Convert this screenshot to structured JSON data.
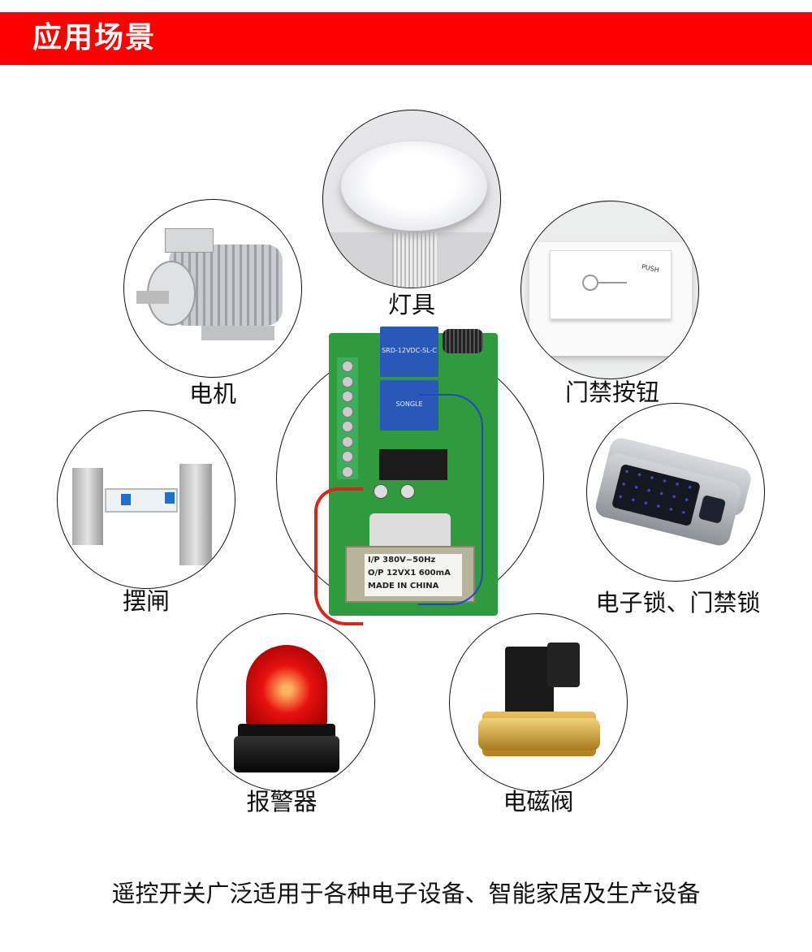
{
  "header": {
    "title": "应用场景",
    "accent_color": "#ff0000"
  },
  "center_product": {
    "relay_text": "SRD-12VDC-SL-C",
    "relay_brand": "SONGLE",
    "transformer_lines": [
      "I/P 380V~50Hz",
      "O/P 12VX1 600mA",
      "MADE IN CHINA"
    ]
  },
  "scenarios": [
    {
      "label": "灯具",
      "icon": "ceiling-lamp"
    },
    {
      "label": "电机",
      "icon": "electric-motor"
    },
    {
      "label": "门禁按钮",
      "icon": "exit-push-button",
      "button_text": "PUSH"
    },
    {
      "label": "摆闸",
      "icon": "swing-turnstile"
    },
    {
      "label": "电子锁、门禁锁",
      "icon": "electronic-lock"
    },
    {
      "label": "报警器",
      "icon": "alarm-beacon"
    },
    {
      "label": "电磁阀",
      "icon": "solenoid-valve"
    }
  ],
  "footer": {
    "text": "遥控开关广泛适用于各种电子设备、智能家居及生产设备"
  }
}
